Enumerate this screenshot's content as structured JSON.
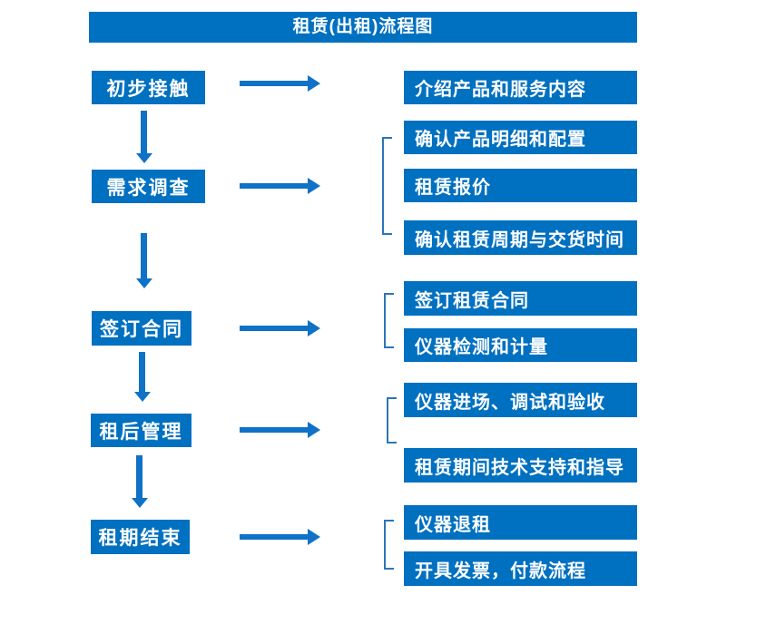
{
  "title": "租赁(出租)流程图",
  "colors": {
    "box_blue": "#0070c0",
    "arrow_blue": "#0f72c6",
    "bracket_blue": "#2e75b6",
    "box_text": "#ffffff",
    "background": "#ffffff"
  },
  "stages": [
    {
      "label": "初步接触",
      "outputs": [
        "介绍产品和服务内容"
      ]
    },
    {
      "label": "需求调查",
      "outputs": [
        "确认产品明细和配置",
        "租赁报价",
        "确认租赁周期与交货时间"
      ]
    },
    {
      "label": "签订合同",
      "outputs": [
        "签订租赁合同",
        "仪器检测和计量"
      ]
    },
    {
      "label": "租后管理",
      "outputs": [
        "仪器进场、调试和验收",
        "租赁期间技术支持和指导"
      ]
    },
    {
      "label": "租期结束",
      "outputs": [
        "仪器退租",
        "开具发票，付款流程"
      ]
    }
  ]
}
